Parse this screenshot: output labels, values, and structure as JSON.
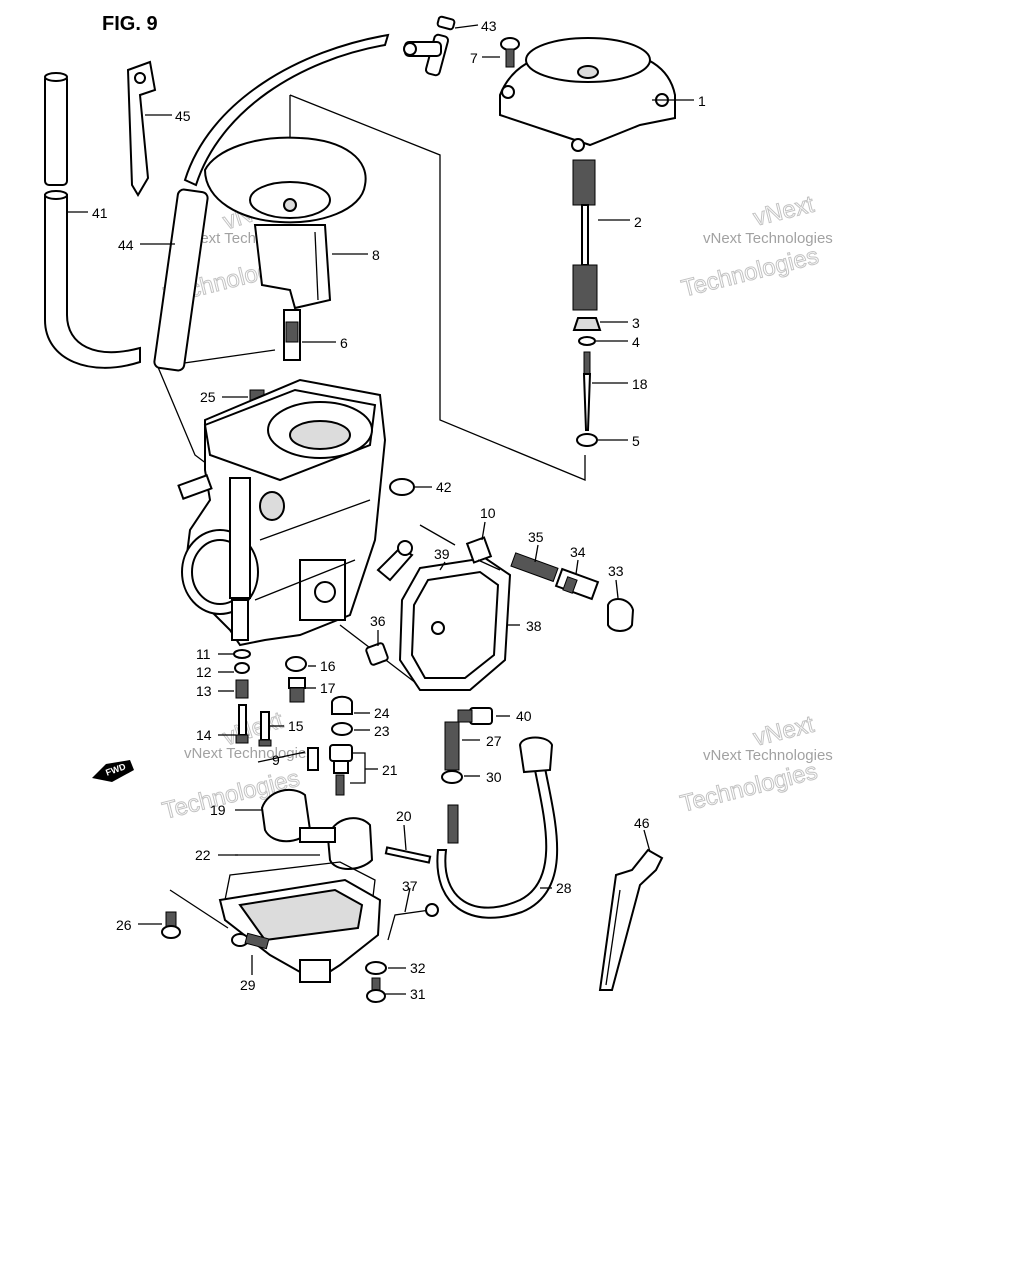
{
  "figure": {
    "title": "FIG. 9"
  },
  "watermark": {
    "line1": "vNext",
    "line2": "vNext Technologies",
    "line3": "Technologies"
  },
  "fwd_label": "FWD",
  "callouts": {
    "p1": "1",
    "p2": "2",
    "p3": "3",
    "p4": "4",
    "p5": "5",
    "p6": "6",
    "p7": "7",
    "p8": "8",
    "p9": "9",
    "p10": "10",
    "p11": "11",
    "p12": "12",
    "p13": "13",
    "p14": "14",
    "p15": "15",
    "p16": "16",
    "p17": "17",
    "p18": "18",
    "p19": "19",
    "p20": "20",
    "p21": "21",
    "p22": "22",
    "p23": "23",
    "p24": "24",
    "p25": "25",
    "p26": "26",
    "p27": "27",
    "p28": "28",
    "p29": "29",
    "p30": "30",
    "p31": "31",
    "p32": "32",
    "p33": "33",
    "p34": "34",
    "p35": "35",
    "p36": "36",
    "p37": "37",
    "p38": "38",
    "p39": "39",
    "p40": "40",
    "p41": "41",
    "p42": "42",
    "p43": "43",
    "p44": "44",
    "p45": "45",
    "p46": "46"
  }
}
